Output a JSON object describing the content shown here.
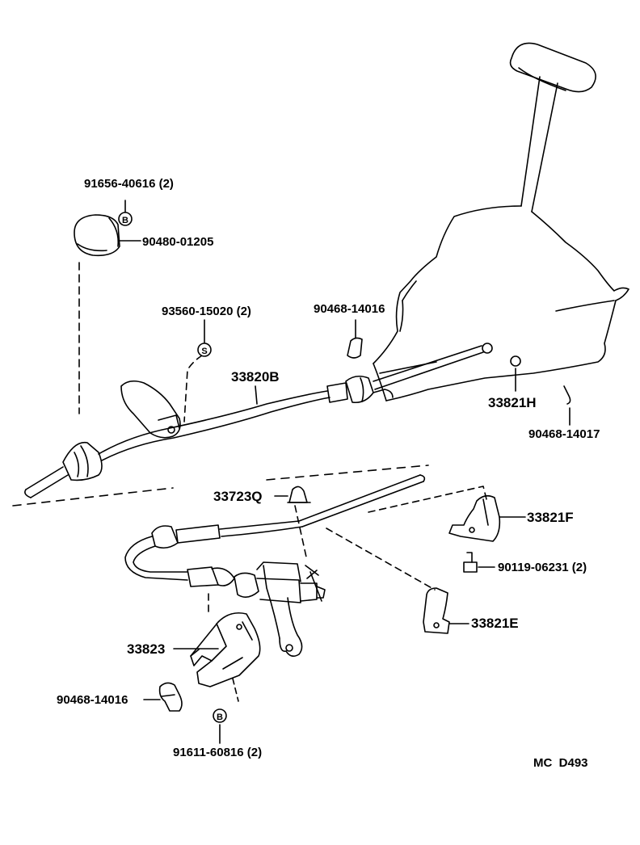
{
  "labels": {
    "p91656": "91656-40616 (2)",
    "p90480": "90480-01205",
    "p93560": "93560-15020 (2)",
    "p90468a": "90468-14016",
    "p33820B": "33820B",
    "p33821H": "33821H",
    "p90468b": "90468-14017",
    "p33723Q": "33723Q",
    "p33821F": "33821F",
    "p90119": "90119-06231 (2)",
    "p33821E": "33821E",
    "p33823": "33823",
    "p90468c": "90468-14016",
    "p91611": "91611-60816 (2)",
    "diagram_code": "MC  D493"
  },
  "markers": {
    "bolt_b": "B",
    "screw_s": "S"
  },
  "colors": {
    "ink": "#000000",
    "paper": "#ffffff"
  }
}
